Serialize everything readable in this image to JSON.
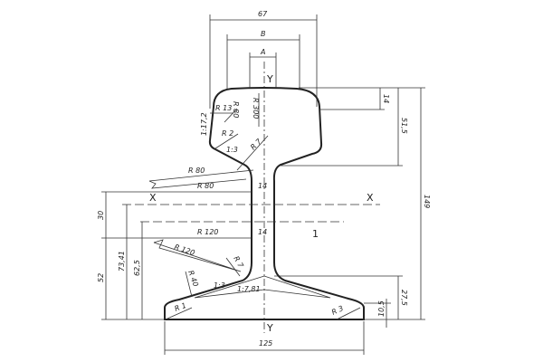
{
  "drawing": {
    "axes": {
      "y_top": "Y",
      "y_bottom": "Y",
      "x_left": "X",
      "x_right": "X"
    },
    "reference_line_label": "1",
    "dimensions": {
      "head_width": "67",
      "b": "B",
      "a": "A",
      "head_top_radius": "R 300",
      "head_radius_80": "R 80",
      "head_corner_radius": "R 13",
      "head_side_slope": "1:17,2",
      "head_under_radius_left": "R 2",
      "head_under_slope": "1:3",
      "head_under_radius_right": "R 7",
      "web_radius_80_upper": "R 80",
      "web_radius_80": "R 80",
      "web_thickness_upper": "14",
      "web_radius_120": "R 120",
      "web_thickness_lower": "14",
      "web_radius_120_lower": "R 120",
      "foot_web_radius": "R 7",
      "foot_radius_40": "R 40",
      "foot_slope": "1:3",
      "foot_inner_slope": "1:7,81",
      "foot_edge_radius_left": "R 1",
      "foot_edge_radius_right": "R 3",
      "foot_width": "125",
      "head_height": "14",
      "head_depth": "51,5",
      "total_height": "149",
      "foot_depth": "27,5",
      "foot_edge": "10,5",
      "dim_30": "30",
      "dim_52": "52",
      "dim_73_41": "73,41",
      "dim_62_5": "62,5"
    }
  }
}
